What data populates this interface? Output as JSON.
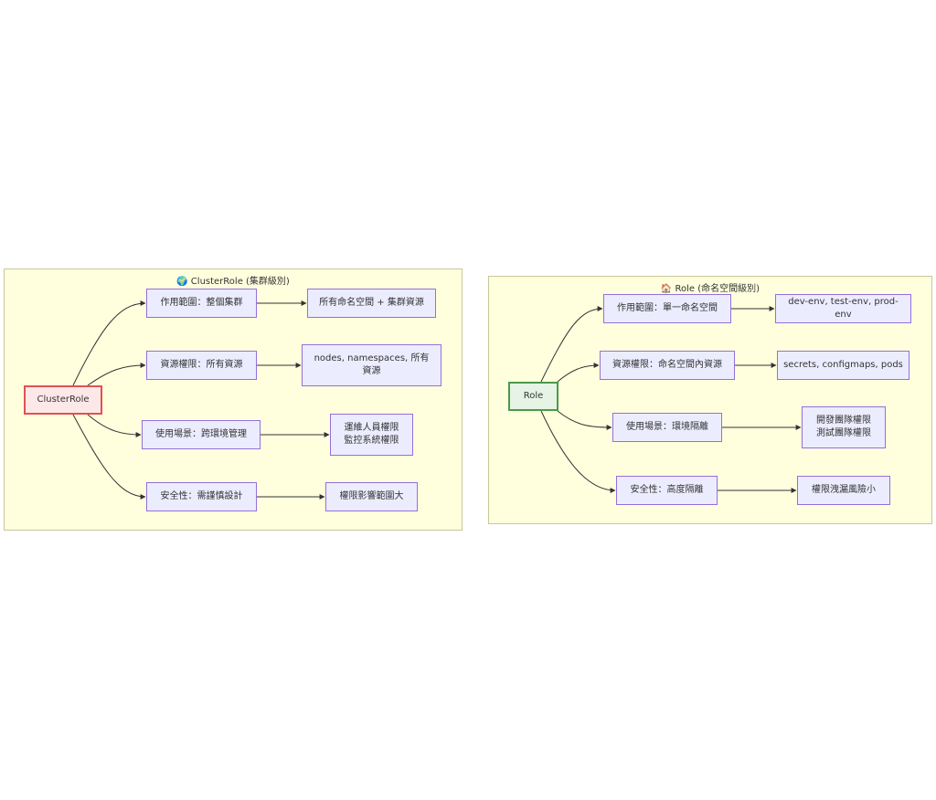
{
  "left": {
    "title": "🌍 ClusterRole (集群級別)",
    "root": "ClusterRole",
    "branches": [
      {
        "label": "作用範圍：整個集群",
        "target": "所有命名空間 + 集群資源"
      },
      {
        "label": "資源權限：所有資源",
        "target": "nodes, namespaces, 所有\n資源"
      },
      {
        "label": "使用場景：跨環境管理",
        "target": "運維人員權限\n監控系統權限"
      },
      {
        "label": "安全性：需謹慎設計",
        "target": "權限影響範圍大"
      }
    ]
  },
  "right": {
    "title": "🏠 Role (命名空間級別)",
    "root": "Role",
    "branches": [
      {
        "label": "作用範圍：單一命名空間",
        "target": "dev-env, test-env, prod-env"
      },
      {
        "label": "資源權限：命名空間內資源",
        "target": "secrets, configmaps, pods"
      },
      {
        "label": "使用場景：環境隔離",
        "target": "開發團隊權限\n測試團隊權限"
      },
      {
        "label": "安全性：高度隔離",
        "target": "權限洩漏風險小"
      }
    ]
  },
  "colors": {
    "cluster_fill": "#ffffde",
    "cluster_border": "#c8c896",
    "node_fill": "#ececff",
    "node_border": "#9370db",
    "root_left_fill": "#fde8e8",
    "root_left_border": "#e05252",
    "root_right_fill": "#e6f4e6",
    "root_right_border": "#4a9a4a",
    "edge": "#333333"
  }
}
